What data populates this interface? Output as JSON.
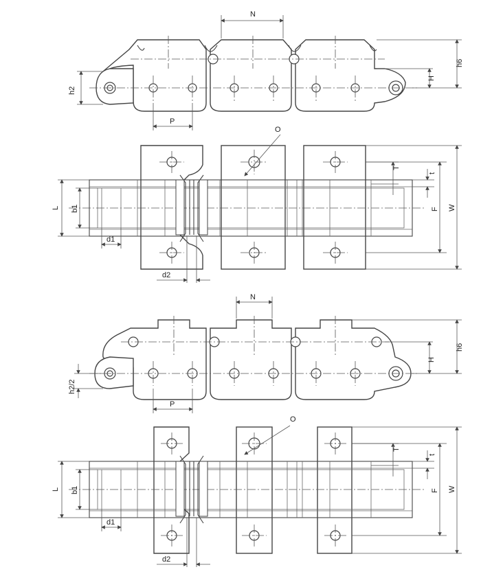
{
  "labels": {
    "N": "N",
    "h6": "h6",
    "H": "H",
    "h2": "h2",
    "P": "P",
    "O": "O",
    "T": "T",
    "t": "t",
    "L": "L",
    "b1": "b1",
    "F": "F",
    "W": "W",
    "d1": "d1",
    "d2": "d2",
    "h2half": "h2/2"
  }
}
